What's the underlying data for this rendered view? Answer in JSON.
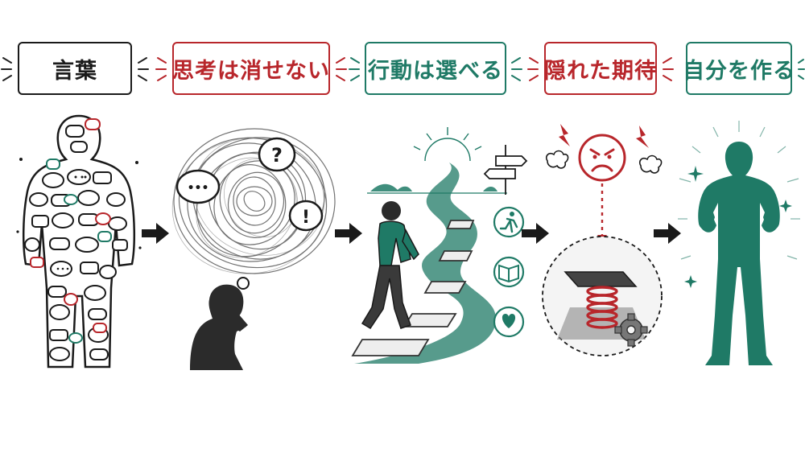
{
  "colors": {
    "red": "#b8262b",
    "green": "#1f7a66",
    "black": "#1a1a1a",
    "gray": "#555555"
  },
  "steps": [
    {
      "label": "言葉",
      "color": "black"
    },
    {
      "label": "思考は消せない",
      "color": "red"
    },
    {
      "label": "行動は選べる",
      "color": "green"
    },
    {
      "label": "隠れた期待",
      "color": "red"
    },
    {
      "label": "自分を作る",
      "color": "green"
    }
  ],
  "thought_bubbles": {
    "question": "?",
    "exclaim": "!",
    "ellipsis": "•••"
  },
  "choice_icons": [
    "running-person-icon",
    "open-book-icon",
    "heart-hands-icon"
  ]
}
